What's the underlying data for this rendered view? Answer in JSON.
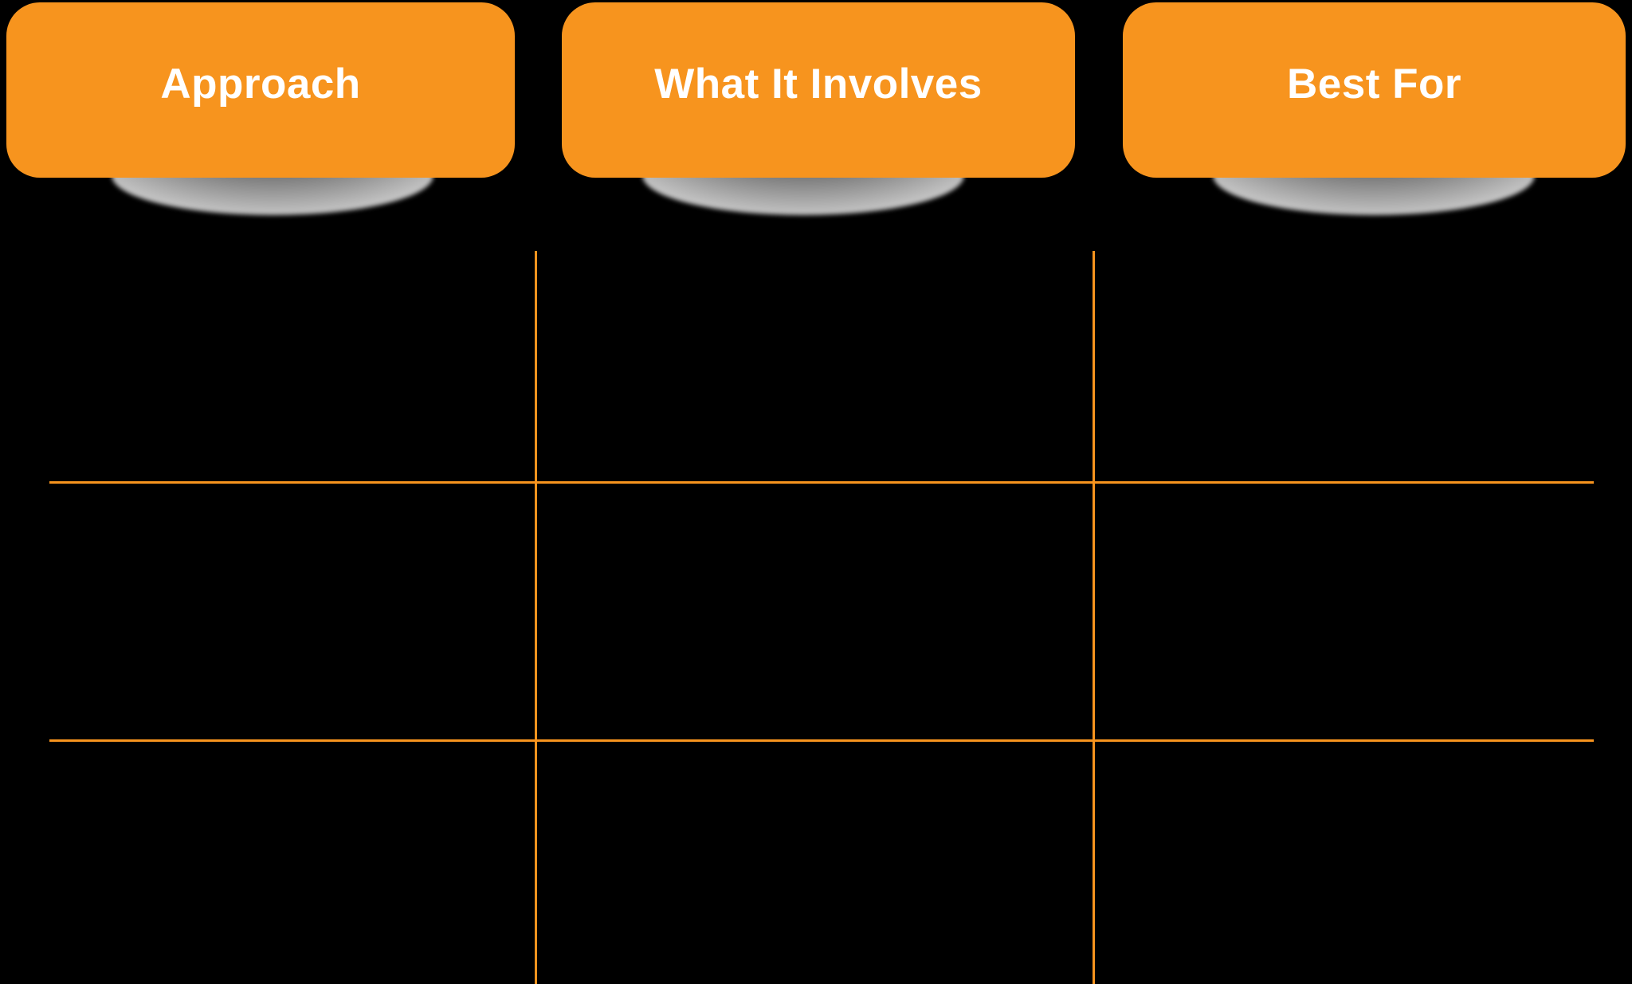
{
  "table": {
    "columns": [
      {
        "label": "Approach"
      },
      {
        "label": "What It Involves"
      },
      {
        "label": "Best For"
      }
    ],
    "body": {
      "rows": 3,
      "cols": 3,
      "cells_visible_text": []
    }
  },
  "colors": {
    "header_bg": "#F7941E",
    "header_text": "#FFFFFF",
    "grid_line": "#F7941E",
    "background": "#000000"
  }
}
